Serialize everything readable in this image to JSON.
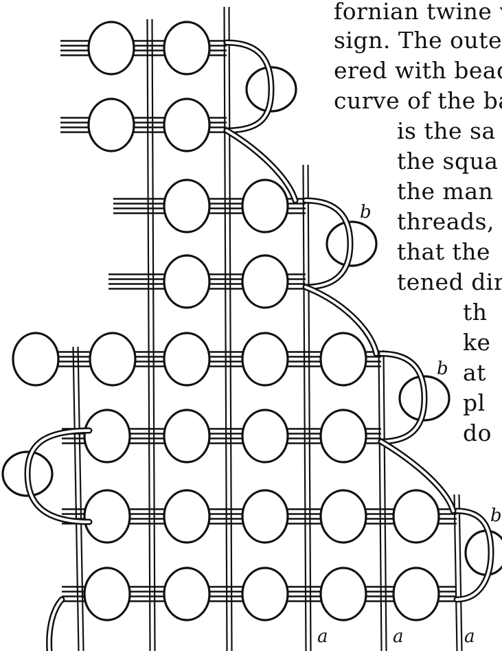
{
  "text_lines": [
    "fornian twine w",
    "sign.  The oute",
    "ered  with  bead",
    "curve  of  the ba",
    "is  the  sa",
    "the  squa",
    "the  man",
    "threads,",
    "that the",
    "tened dir",
    "th",
    "ke",
    "at",
    "pl",
    "do"
  ],
  "labels": {
    "b": "b",
    "a": "a"
  },
  "colors": {
    "ink": "#111111",
    "paper": "#ffffff"
  }
}
